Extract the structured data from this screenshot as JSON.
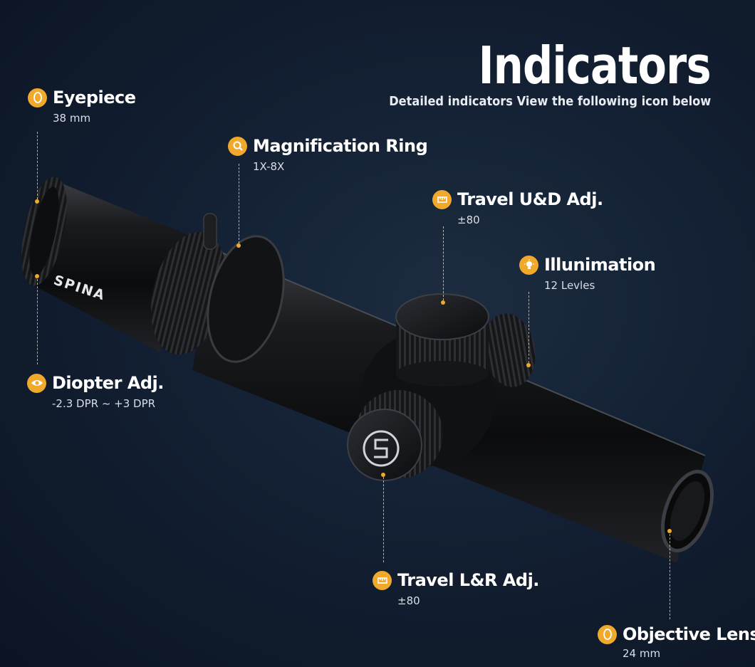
{
  "header": {
    "title": "Indicators",
    "subtitle": "Detailed indicators View the following icon below"
  },
  "brand": {
    "logo_text": "SPINA"
  },
  "callouts": [
    {
      "id": "eyepiece",
      "icon": "lens-icon",
      "label": "Eyepiece",
      "value": "38 mm"
    },
    {
      "id": "magnification",
      "icon": "magnifier-icon",
      "label": "Magnification Ring",
      "value": "1X-8X"
    },
    {
      "id": "travel_ud",
      "icon": "ruler-icon",
      "label": "Travel U&D Adj.",
      "value": "±80"
    },
    {
      "id": "illumination",
      "icon": "lightbulb-icon",
      "label": "Illunimation",
      "value": "12 Levles"
    },
    {
      "id": "diopter",
      "icon": "eye-icon",
      "label": "Diopter Adj.",
      "value": "-2.3 DPR ~ +3 DPR"
    },
    {
      "id": "travel_lr",
      "icon": "ruler-icon",
      "label": "Travel L&R Adj.",
      "value": "±80"
    },
    {
      "id": "objective",
      "icon": "lens-icon",
      "label": "Objective Lens",
      "value": "24 mm"
    }
  ],
  "colors": {
    "accent": "#f0a92a",
    "background": "#132033",
    "scope_body": "#111214"
  }
}
